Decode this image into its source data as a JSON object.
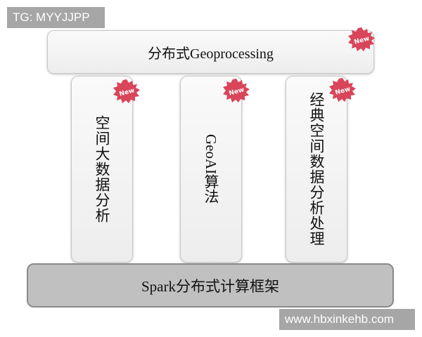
{
  "watermarks": {
    "top_left": "TG: MYYJJPP",
    "bottom_right": "www.hbxinkehb.com"
  },
  "diagram": {
    "top": {
      "label": "分布式Geoprocessing",
      "badge": "New"
    },
    "pillars": [
      {
        "label": "空间大数据分析",
        "badge": "New"
      },
      {
        "label": "GeoAI算法",
        "badge": "New"
      },
      {
        "label": "经典空间数据分析处理",
        "badge": "New"
      }
    ],
    "base": {
      "label": "Spark分布式计算框架"
    }
  },
  "colors": {
    "badge_fill": "#d9455a",
    "base_fill": "#c0c0c0",
    "box_fill": "#f2f2f2",
    "watermark_bg": "#a6a6a6"
  }
}
